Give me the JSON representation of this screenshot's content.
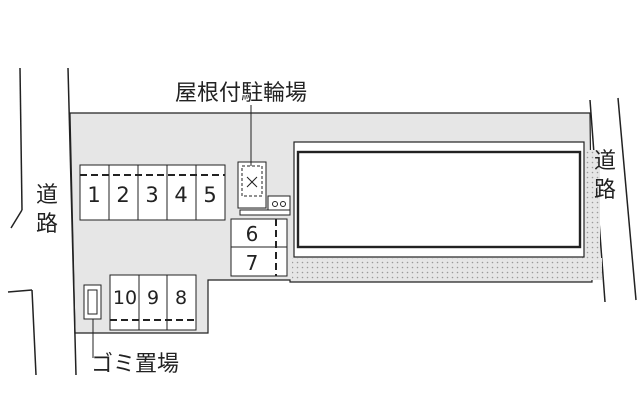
{
  "labels": {
    "road_left": "道路",
    "road_right": "道路",
    "covered_bicycle_parking": "屋根付駐輪場",
    "garbage_area": "ゴミ置場"
  },
  "parking": {
    "top_row": [
      "1",
      "2",
      "3",
      "4",
      "5"
    ],
    "right_stack": [
      "6",
      "7"
    ],
    "bottom_row": [
      "10",
      "9",
      "8"
    ]
  },
  "colors": {
    "lot": "#e6e6e6",
    "line": "#222222",
    "dots": "#9a9a9a"
  }
}
